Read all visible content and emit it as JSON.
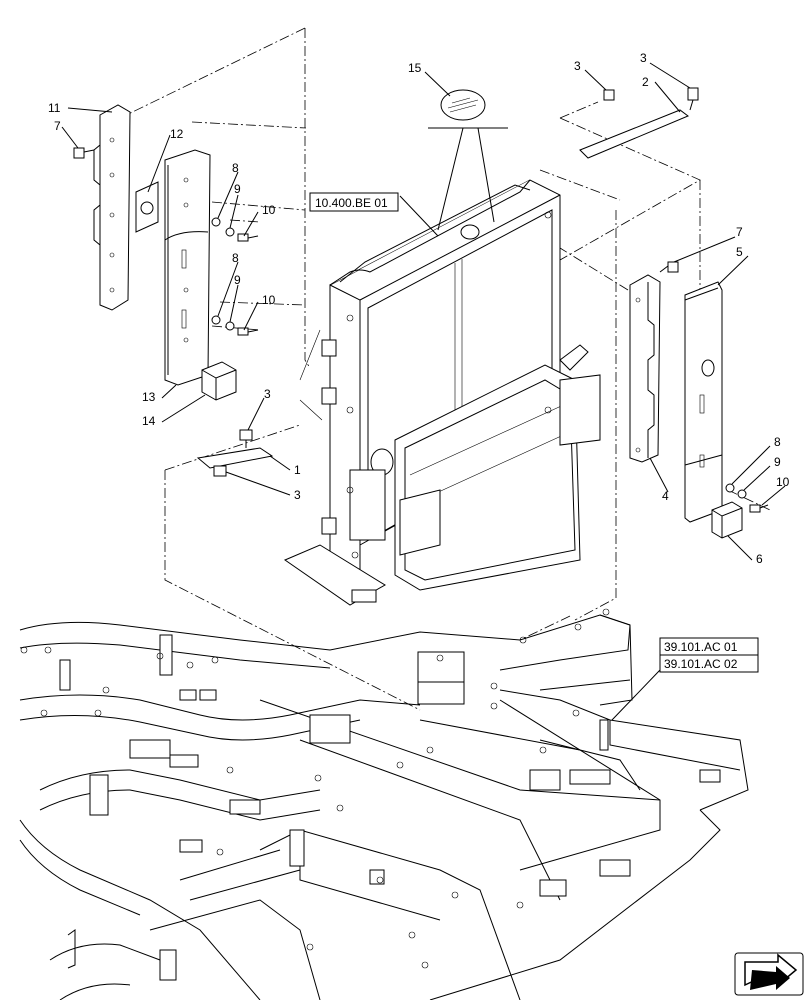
{
  "callouts": {
    "c1": "1",
    "c2": "2",
    "c3a": "3",
    "c3b": "3",
    "c3c": "3",
    "c3d": "3",
    "c4": "4",
    "c5": "5",
    "c6": "6",
    "c7a": "7",
    "c7b": "7",
    "c8a": "8",
    "c8b": "8",
    "c8c": "8",
    "c9a": "9",
    "c9b": "9",
    "c9c": "9",
    "c10a": "10",
    "c10b": "10",
    "c10c": "10",
    "c11": "11",
    "c12": "12",
    "c13": "13",
    "c14": "14",
    "c15": "15"
  },
  "references": {
    "ref_radiator": "10.400.BE 01",
    "ref_frame_1": "39.101.AC 01",
    "ref_frame_2": "39.101.AC 02"
  },
  "icons": {
    "nav": "next-page-arrow-icon"
  }
}
